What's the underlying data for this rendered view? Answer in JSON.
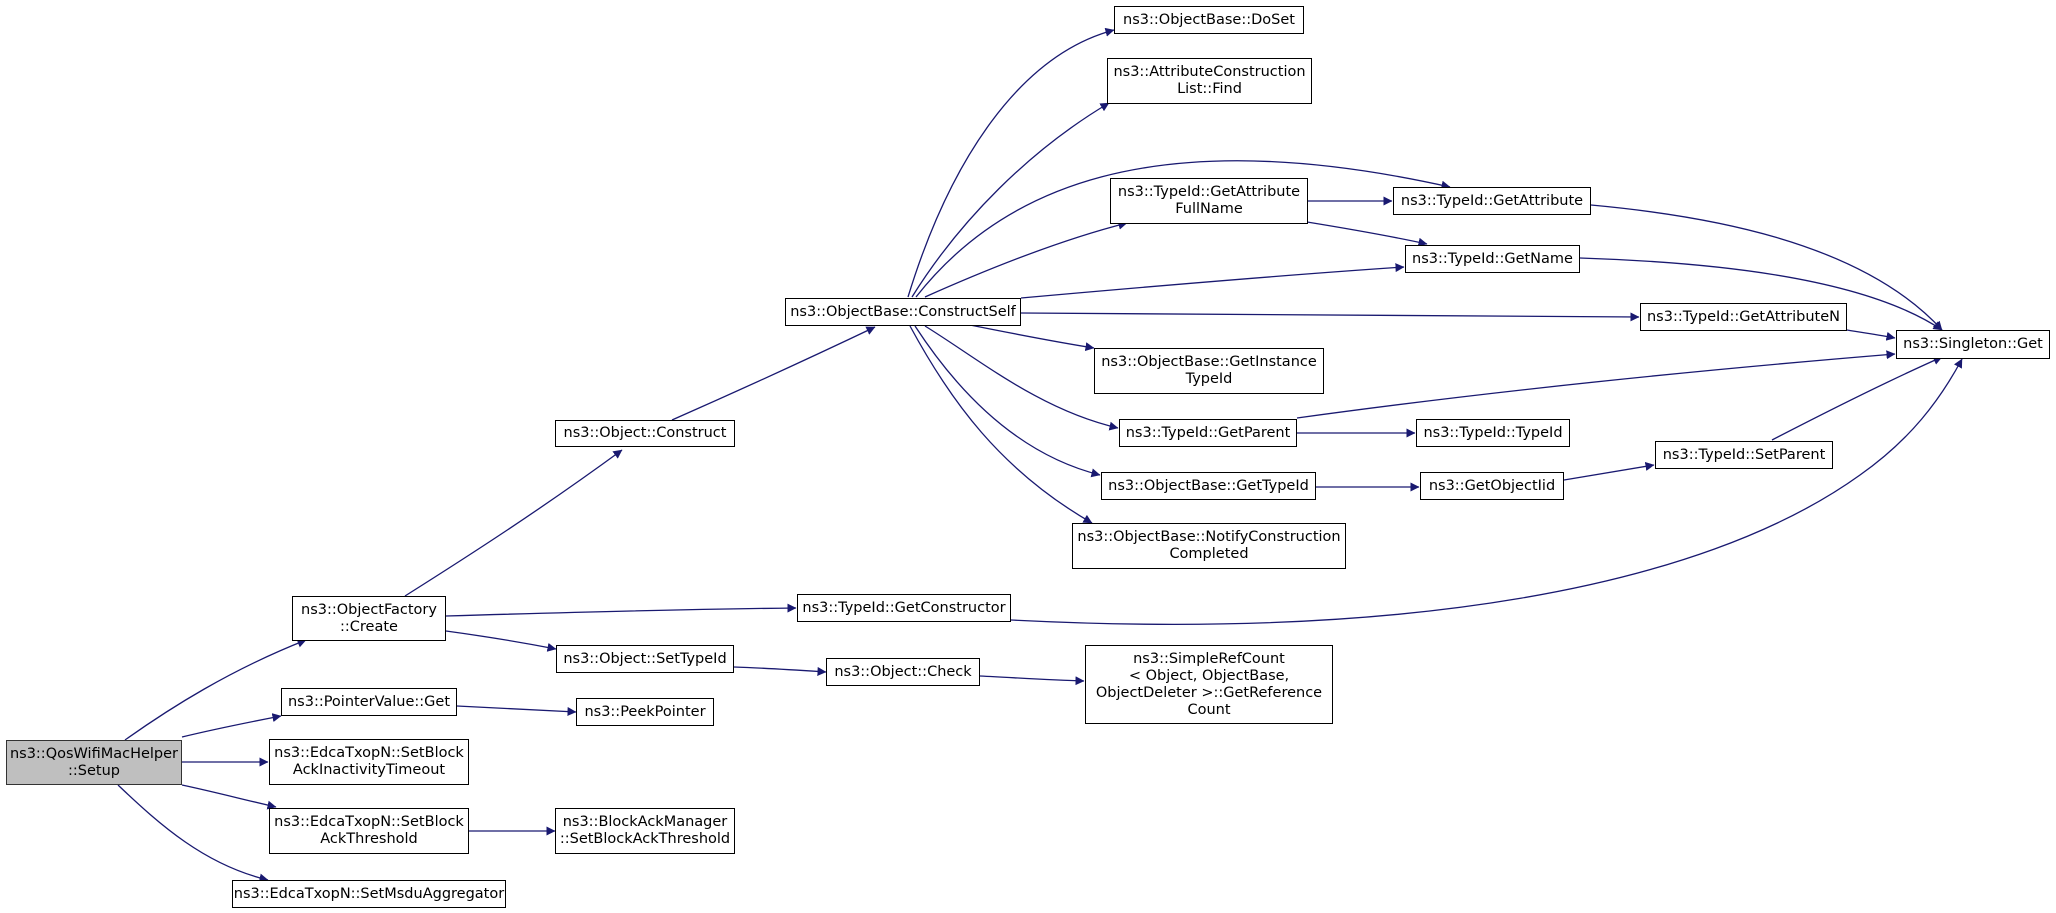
{
  "diagram": {
    "edge_color": "#191970",
    "root_fill": "#bfbfbf",
    "nodes": {
      "root": "ns3::QosWifiMacHelper\n::Setup",
      "objfactory": "ns3::ObjectFactory\n::Create",
      "ptrget": "ns3::PointerValue::Get",
      "setinact": "ns3::EdcaTxopN::SetBlock\nAckInactivityTimeout",
      "setthr": "ns3::EdcaTxopN::SetBlock\nAckThreshold",
      "setmsdu": "ns3::EdcaTxopN::SetMsduAggregator",
      "construct": "ns3::Object::Construct",
      "settypeid": "ns3::Object::SetTypeId",
      "peek": "ns3::PeekPointer",
      "bamthr": "ns3::BlockAckManager\n::SetBlockAckThreshold",
      "constructself": "ns3::ObjectBase::ConstructSelf",
      "getconstructor": "ns3::TypeId::GetConstructor",
      "check": "ns3::Object::Check",
      "doset": "ns3::ObjectBase::DoSet",
      "acfind": "ns3::AttributeConstruction\nList::Find",
      "getattrfull": "ns3::TypeId::GetAttribute\nFullName",
      "getinsttype": "ns3::ObjectBase::GetInstance\nTypeId",
      "getparent": "ns3::TypeId::GetParent",
      "obgettypeid": "ns3::ObjectBase::GetTypeId",
      "notify": "ns3::ObjectBase::NotifyConstruction\nCompleted",
      "refcount": "ns3::SimpleRefCount\n< Object, ObjectBase,\n ObjectDeleter >::GetReference\nCount",
      "getattr": "ns3::TypeId::GetAttribute",
      "getname": "ns3::TypeId::GetName",
      "getattrn": "ns3::TypeId::GetAttributeN",
      "typeid": "ns3::TypeId::TypeId",
      "getobjiid": "ns3::GetObjectIid",
      "setparent": "ns3::TypeId::SetParent",
      "singleton": "ns3::Singleton::Get"
    }
  }
}
